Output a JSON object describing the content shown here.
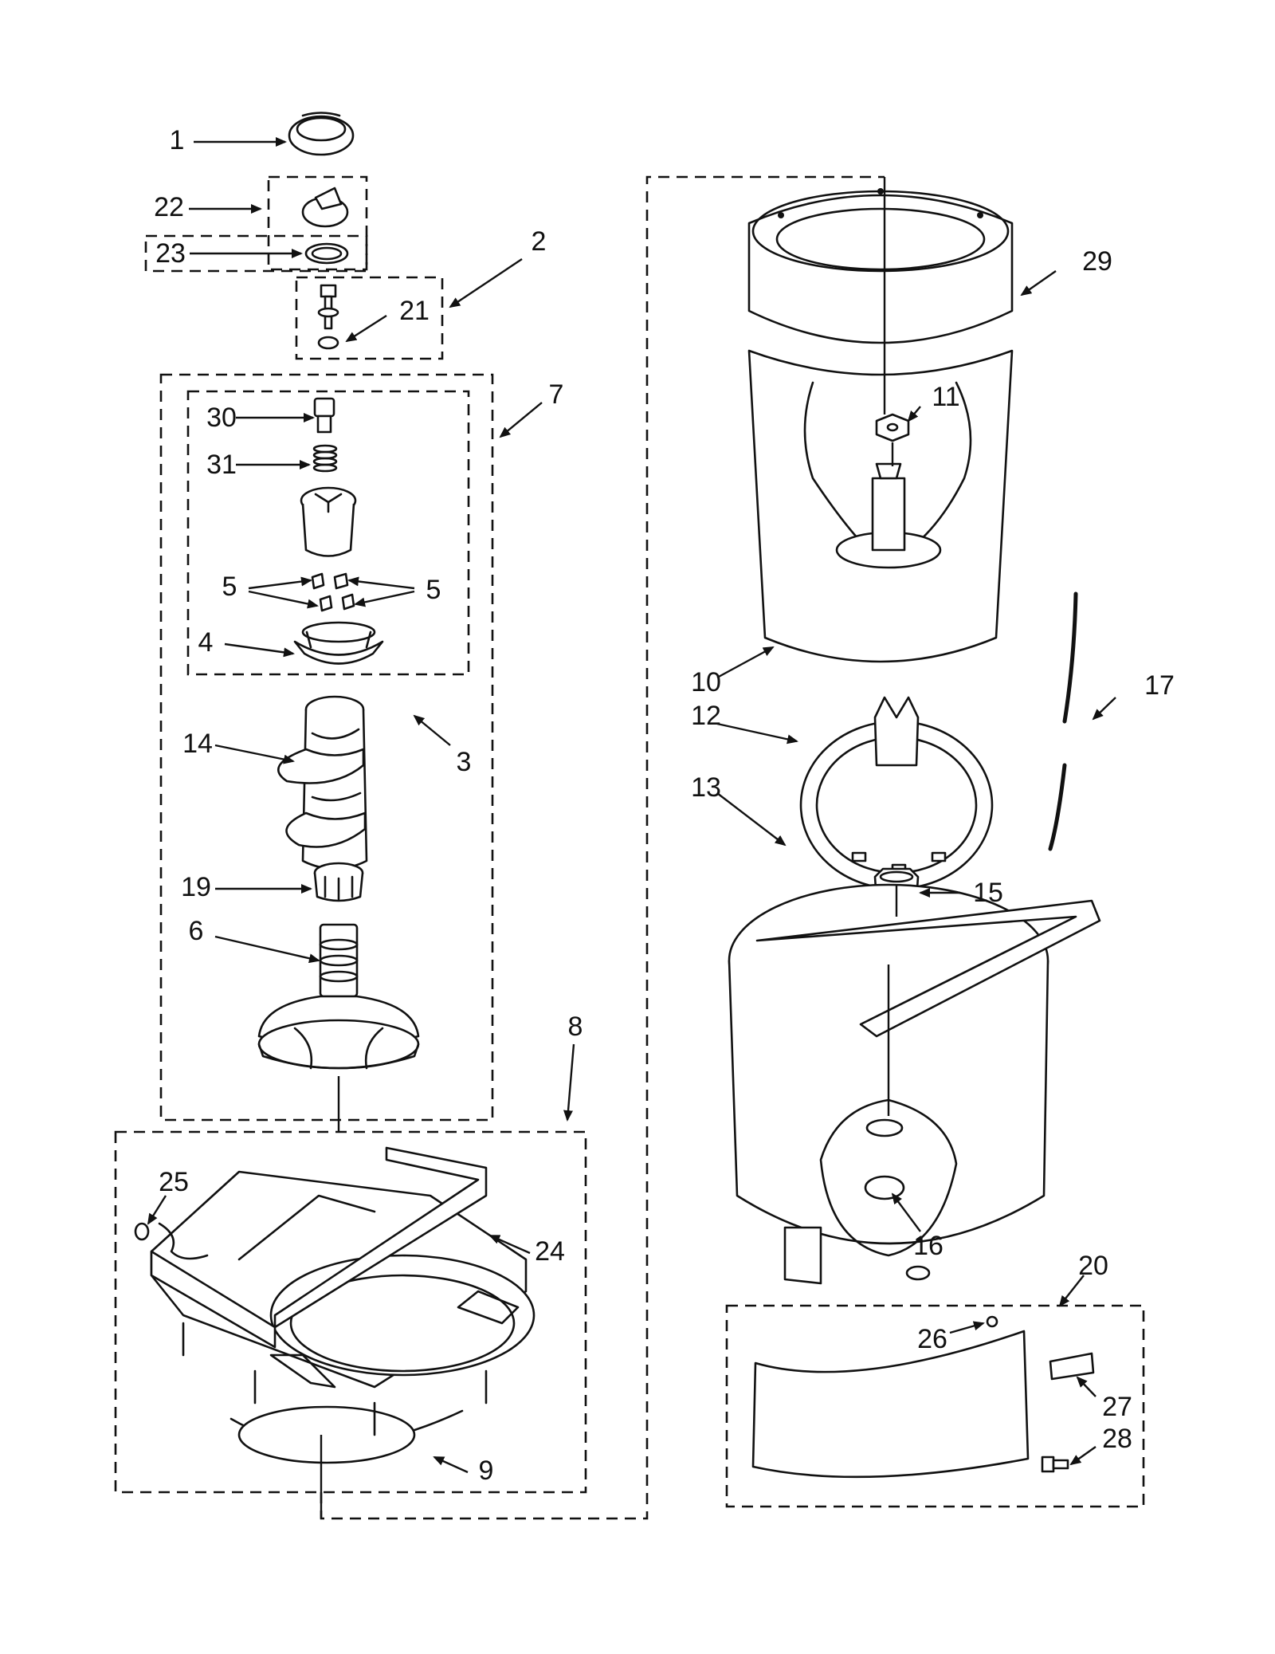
{
  "diagram": {
    "type": "exploded-parts-view",
    "callouts": [
      {
        "id": "c1",
        "text": "1"
      },
      {
        "id": "c2",
        "text": "2"
      },
      {
        "id": "c3",
        "text": "3"
      },
      {
        "id": "c4",
        "text": "4"
      },
      {
        "id": "c5a",
        "text": "5"
      },
      {
        "id": "c5b",
        "text": "5"
      },
      {
        "id": "c6",
        "text": "6"
      },
      {
        "id": "c7",
        "text": "7"
      },
      {
        "id": "c8",
        "text": "8"
      },
      {
        "id": "c9",
        "text": "9"
      },
      {
        "id": "c10",
        "text": "10"
      },
      {
        "id": "c11",
        "text": "11"
      },
      {
        "id": "c12",
        "text": "12"
      },
      {
        "id": "c13",
        "text": "13"
      },
      {
        "id": "c14",
        "text": "14"
      },
      {
        "id": "c15",
        "text": "15"
      },
      {
        "id": "c16",
        "text": "16"
      },
      {
        "id": "c17",
        "text": "17"
      },
      {
        "id": "c19",
        "text": "19"
      },
      {
        "id": "c20",
        "text": "20"
      },
      {
        "id": "c21",
        "text": "21"
      },
      {
        "id": "c22",
        "text": "22"
      },
      {
        "id": "c23",
        "text": "23"
      },
      {
        "id": "c24",
        "text": "24"
      },
      {
        "id": "c25",
        "text": "25"
      },
      {
        "id": "c26",
        "text": "26"
      },
      {
        "id": "c27",
        "text": "27"
      },
      {
        "id": "c28",
        "text": "28"
      },
      {
        "id": "c29",
        "text": "29"
      },
      {
        "id": "c30",
        "text": "30"
      },
      {
        "id": "c31",
        "text": "31"
      }
    ],
    "colors": {
      "ink": "#111111",
      "paper": "#ffffff"
    }
  }
}
